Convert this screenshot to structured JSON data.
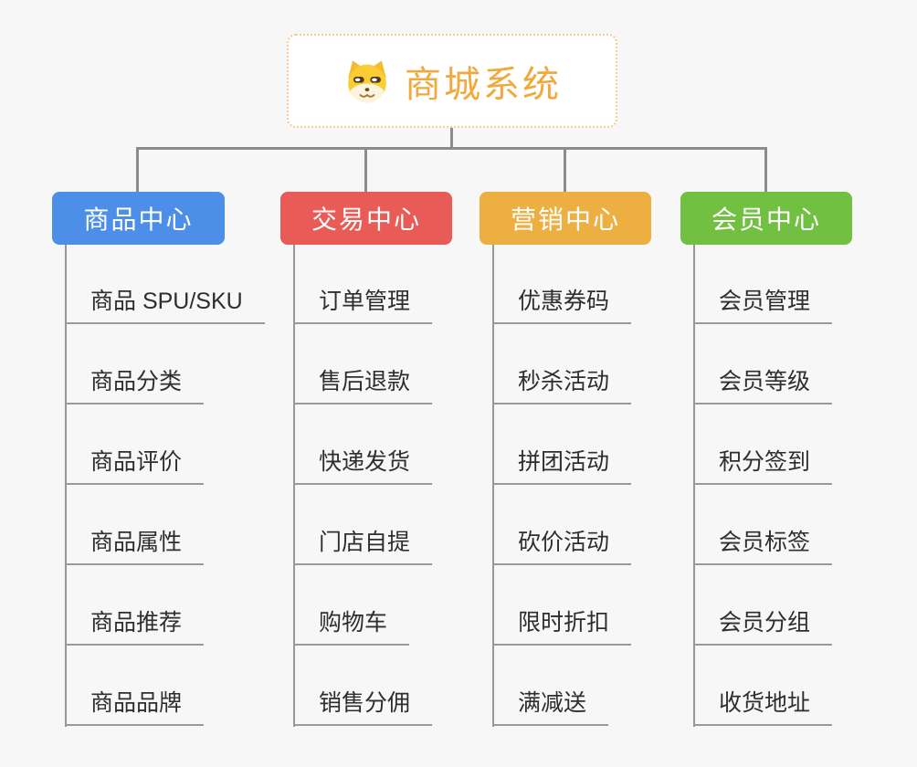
{
  "background_color": "#F7F7F7",
  "connector_color": "#8C8C8C",
  "root": {
    "title": "商城系统",
    "icon": "dog-face-icon",
    "title_color": "#EFA93C",
    "border_color": "#F5CA90"
  },
  "branches": [
    {
      "label": "商品中心",
      "color": "#4D8FE8",
      "items": [
        "商品 SPU/SKU",
        "商品分类",
        "商品评价",
        "商品属性",
        "商品推荐",
        "商品品牌"
      ]
    },
    {
      "label": "交易中心",
      "color": "#E85B57",
      "items": [
        "订单管理",
        "售后退款",
        "快递发货",
        "门店自提",
        "购物车",
        "销售分佣"
      ]
    },
    {
      "label": "营销中心",
      "color": "#EDAF41",
      "items": [
        "优惠券码",
        "秒杀活动",
        "拼团活动",
        "砍价活动",
        "限时折扣",
        "满减送"
      ]
    },
    {
      "label": "会员中心",
      "color": "#72C041",
      "items": [
        "会员管理",
        "会员等级",
        "积分签到",
        "会员标签",
        "会员分组",
        "收货地址"
      ]
    }
  ]
}
